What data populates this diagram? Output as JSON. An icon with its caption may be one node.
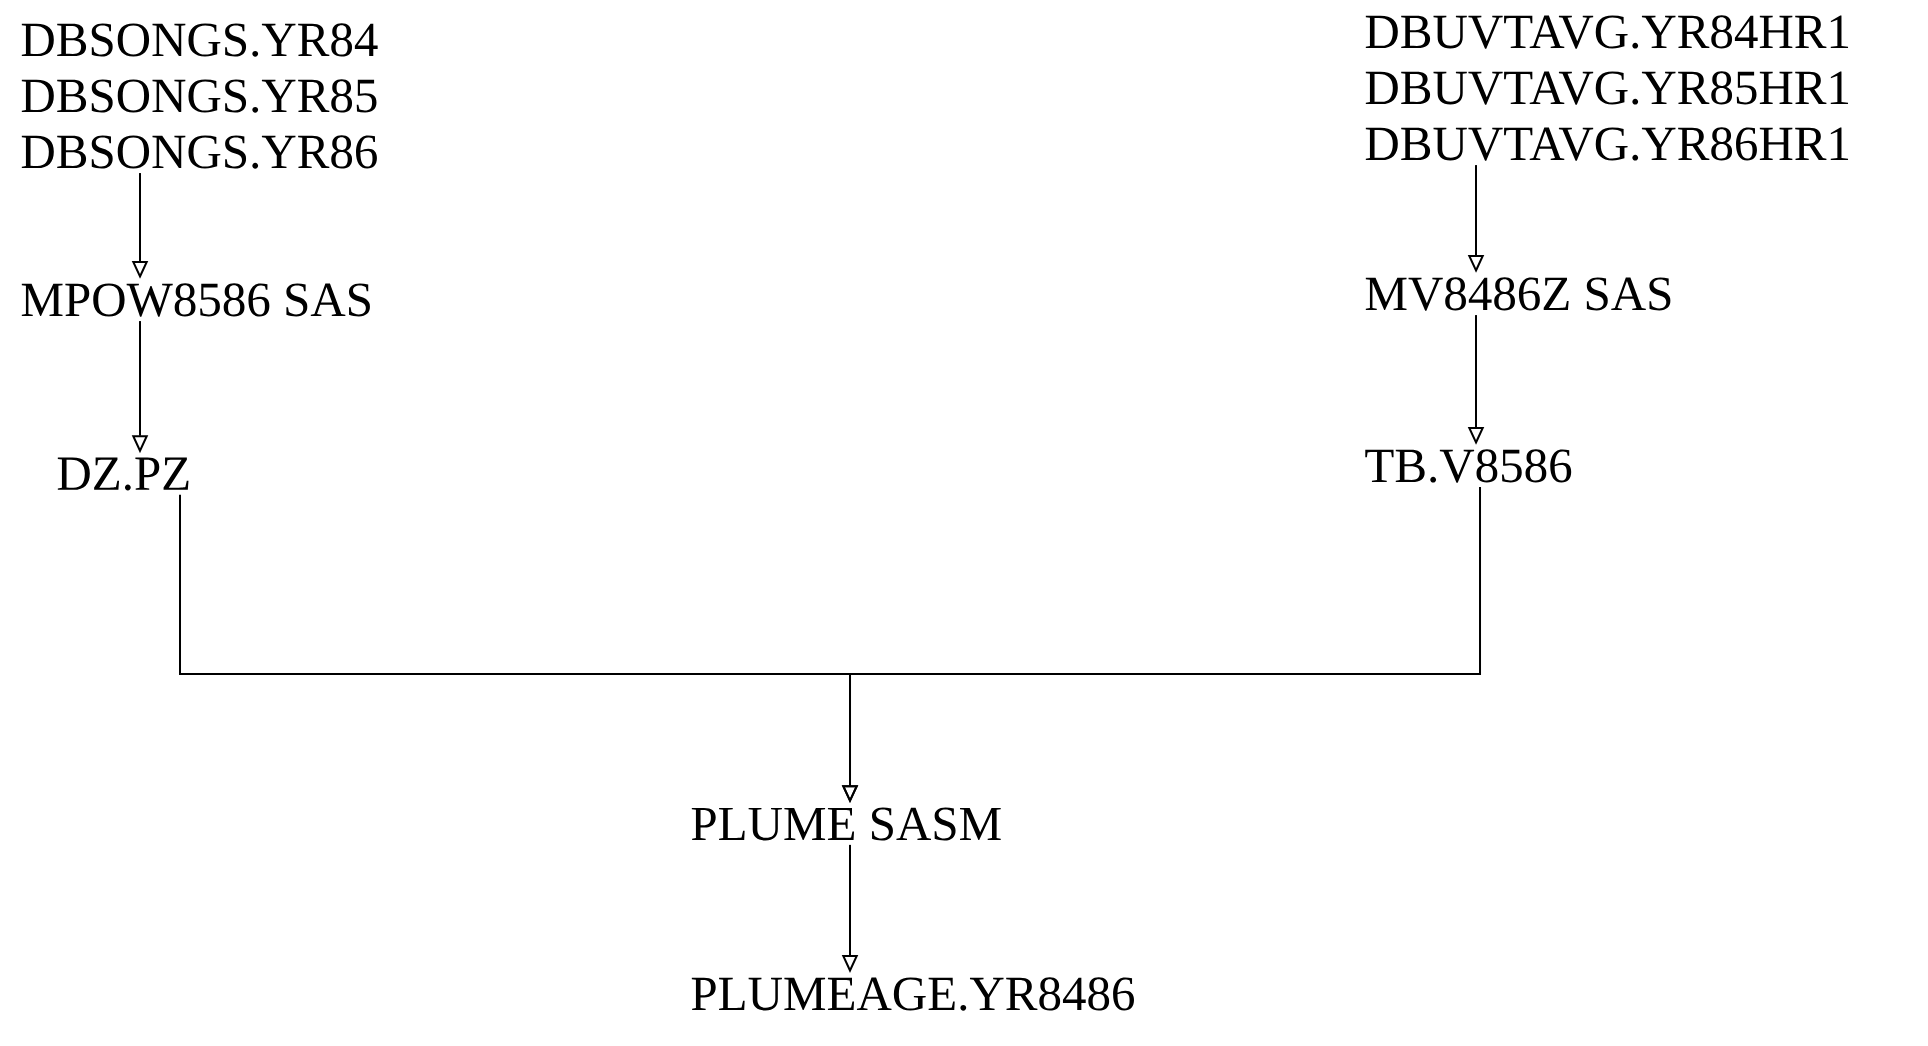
{
  "diagram": {
    "nodes": [
      {
        "text": [
          "DBSONGS.YR84",
          "DBSONGS.YR85",
          "DBSONGS.YR86"
        ]
      },
      {
        "text": [
          "MPOW8586 SAS"
        ]
      },
      {
        "text": [
          "DZ.PZ"
        ]
      },
      {
        "text": [
          "DBUVTAVG.YR84HR1",
          "DBUVTAVG.YR85HR1",
          "DBUVTAVG.YR86HR1"
        ]
      },
      {
        "text": [
          "MV8486Z SAS"
        ]
      },
      {
        "text": [
          "TB.V8586"
        ]
      },
      {
        "text": [
          "PLUME SASM"
        ]
      },
      {
        "text": [
          "PLUMEAGE.YR8486"
        ]
      }
    ],
    "edges": [
      {
        "from": 0,
        "to": 1,
        "arrow": "to"
      },
      {
        "from": 1,
        "to": 2,
        "arrow": "to"
      },
      {
        "from": 3,
        "to": 4,
        "arrow": "to"
      },
      {
        "from": 4,
        "to": 5,
        "arrow": "to"
      },
      {
        "from": 2,
        "to": 6,
        "arrow": "to"
      },
      {
        "from": 5,
        "to": 6,
        "arrow": "to"
      },
      {
        "from": 6,
        "to": 7,
        "arrow": "to"
      }
    ]
  }
}
